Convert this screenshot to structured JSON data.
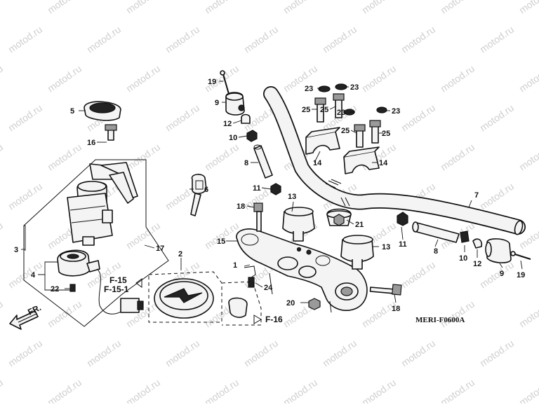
{
  "watermark": "motod.ru",
  "diagram_code": "MERI-F0600A",
  "front_label": "FR.",
  "refs": {
    "f15": "F-15",
    "f151": "F-15-1",
    "f16": "F-16"
  },
  "callouts": {
    "c1": "1",
    "c2": "2",
    "c3": "3",
    "c4": "4",
    "c5": "5",
    "c6": "6",
    "c7": "7",
    "c8a": "8",
    "c8b": "8",
    "c9a": "9",
    "c9b": "9",
    "c10a": "10",
    "c10b": "10",
    "c11a": "11",
    "c11b": "11",
    "c12a": "12",
    "c12b": "12",
    "c13a": "13",
    "c13b": "13",
    "c14a": "14",
    "c14b": "14",
    "c15": "15",
    "c16": "16",
    "c17": "17",
    "c18a": "18",
    "c18b": "18",
    "c19a": "19",
    "c19b": "19",
    "c20": "20",
    "c21": "21",
    "c22": "22",
    "c23a": "23",
    "c23b": "23",
    "c23c": "23",
    "c23d": "23",
    "c24": "24",
    "c25a": "25",
    "c25b": "25",
    "c25c": "25",
    "c25d": "25"
  }
}
